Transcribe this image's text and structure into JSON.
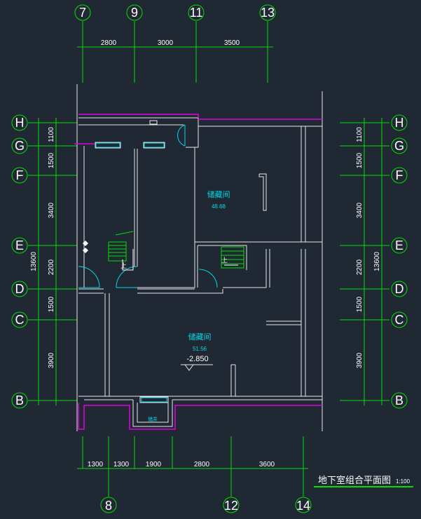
{
  "drawing": {
    "title": "地下室组合平面图",
    "scale": "1:100",
    "top_axes": [
      "7",
      "9",
      "11",
      "13"
    ],
    "top_dims": [
      "2800",
      "3000",
      "3500"
    ],
    "bottom_axes": [
      "8",
      "12",
      "14"
    ],
    "bottom_dims": [
      "1300",
      "1300",
      "1900",
      "2800",
      "3600"
    ],
    "left_axes": [
      "H",
      "G",
      "F",
      "E",
      "D",
      "C",
      "B"
    ],
    "right_axes": [
      "H",
      "G",
      "F",
      "E",
      "D",
      "C",
      "B"
    ],
    "vertical_dims": [
      "1100",
      "1500",
      "3400",
      "2200",
      "1500",
      "3900"
    ],
    "vertical_total": "13600",
    "rooms": [
      {
        "name": "储藏间",
        "area": "48.68"
      },
      {
        "name": "储藏间",
        "area": "51.56",
        "level": "-2.850"
      }
    ],
    "stair_labels": [
      "上",
      "上"
    ],
    "well_label": "储井"
  }
}
